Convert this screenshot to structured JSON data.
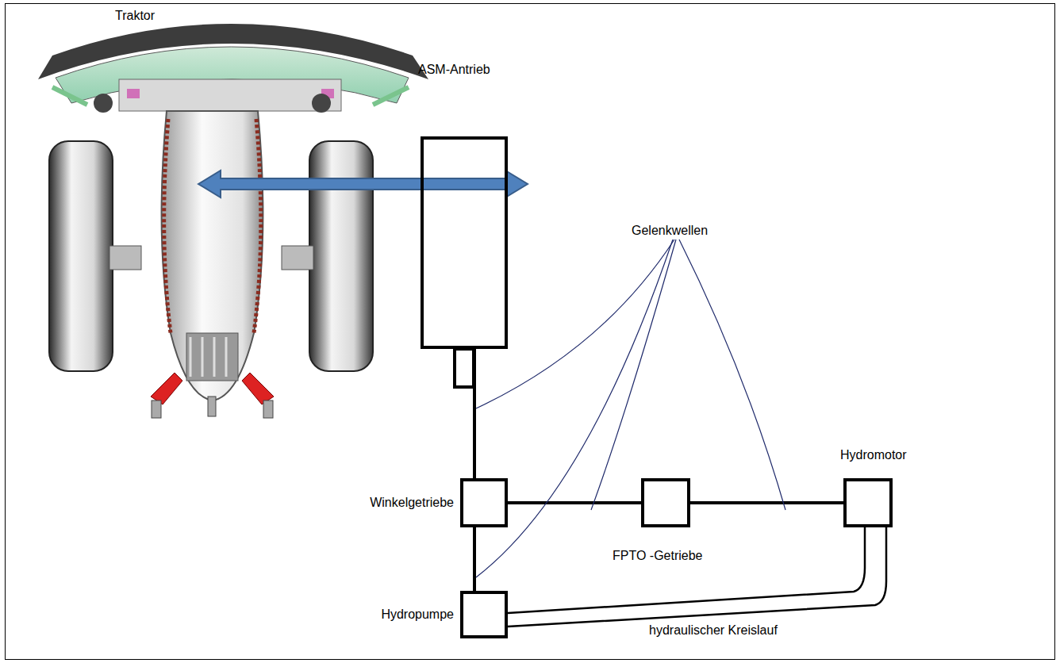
{
  "diagram": {
    "nodes": [
      {
        "text": [
          "Traktor"
        ]
      },
      {
        "text": [
          "ASM-Antrieb"
        ]
      },
      {
        "text": [
          "Winkelgetriebe"
        ]
      },
      {
        "text": [
          "FPTO -Getriebe"
        ]
      },
      {
        "text": [
          "Hydromotor"
        ]
      },
      {
        "text": [
          "Hydropumpe"
        ]
      }
    ],
    "edges": [
      {
        "from": 0,
        "to": 1,
        "arrow": "both"
      },
      {
        "from": 1,
        "to": 2,
        "arrow": "none"
      },
      {
        "from": 2,
        "to": 3,
        "arrow": "none"
      },
      {
        "from": 3,
        "to": 4,
        "arrow": "none"
      },
      {
        "from": 2,
        "to": 5,
        "arrow": "none"
      },
      {
        "from": 5,
        "to": 4,
        "arrow": "none",
        "label": "hydraulischer Kreislauf"
      },
      {
        "from": 5,
        "to": 4,
        "arrow": "none"
      }
    ],
    "labels": [
      "Gelenkwellen"
    ]
  }
}
